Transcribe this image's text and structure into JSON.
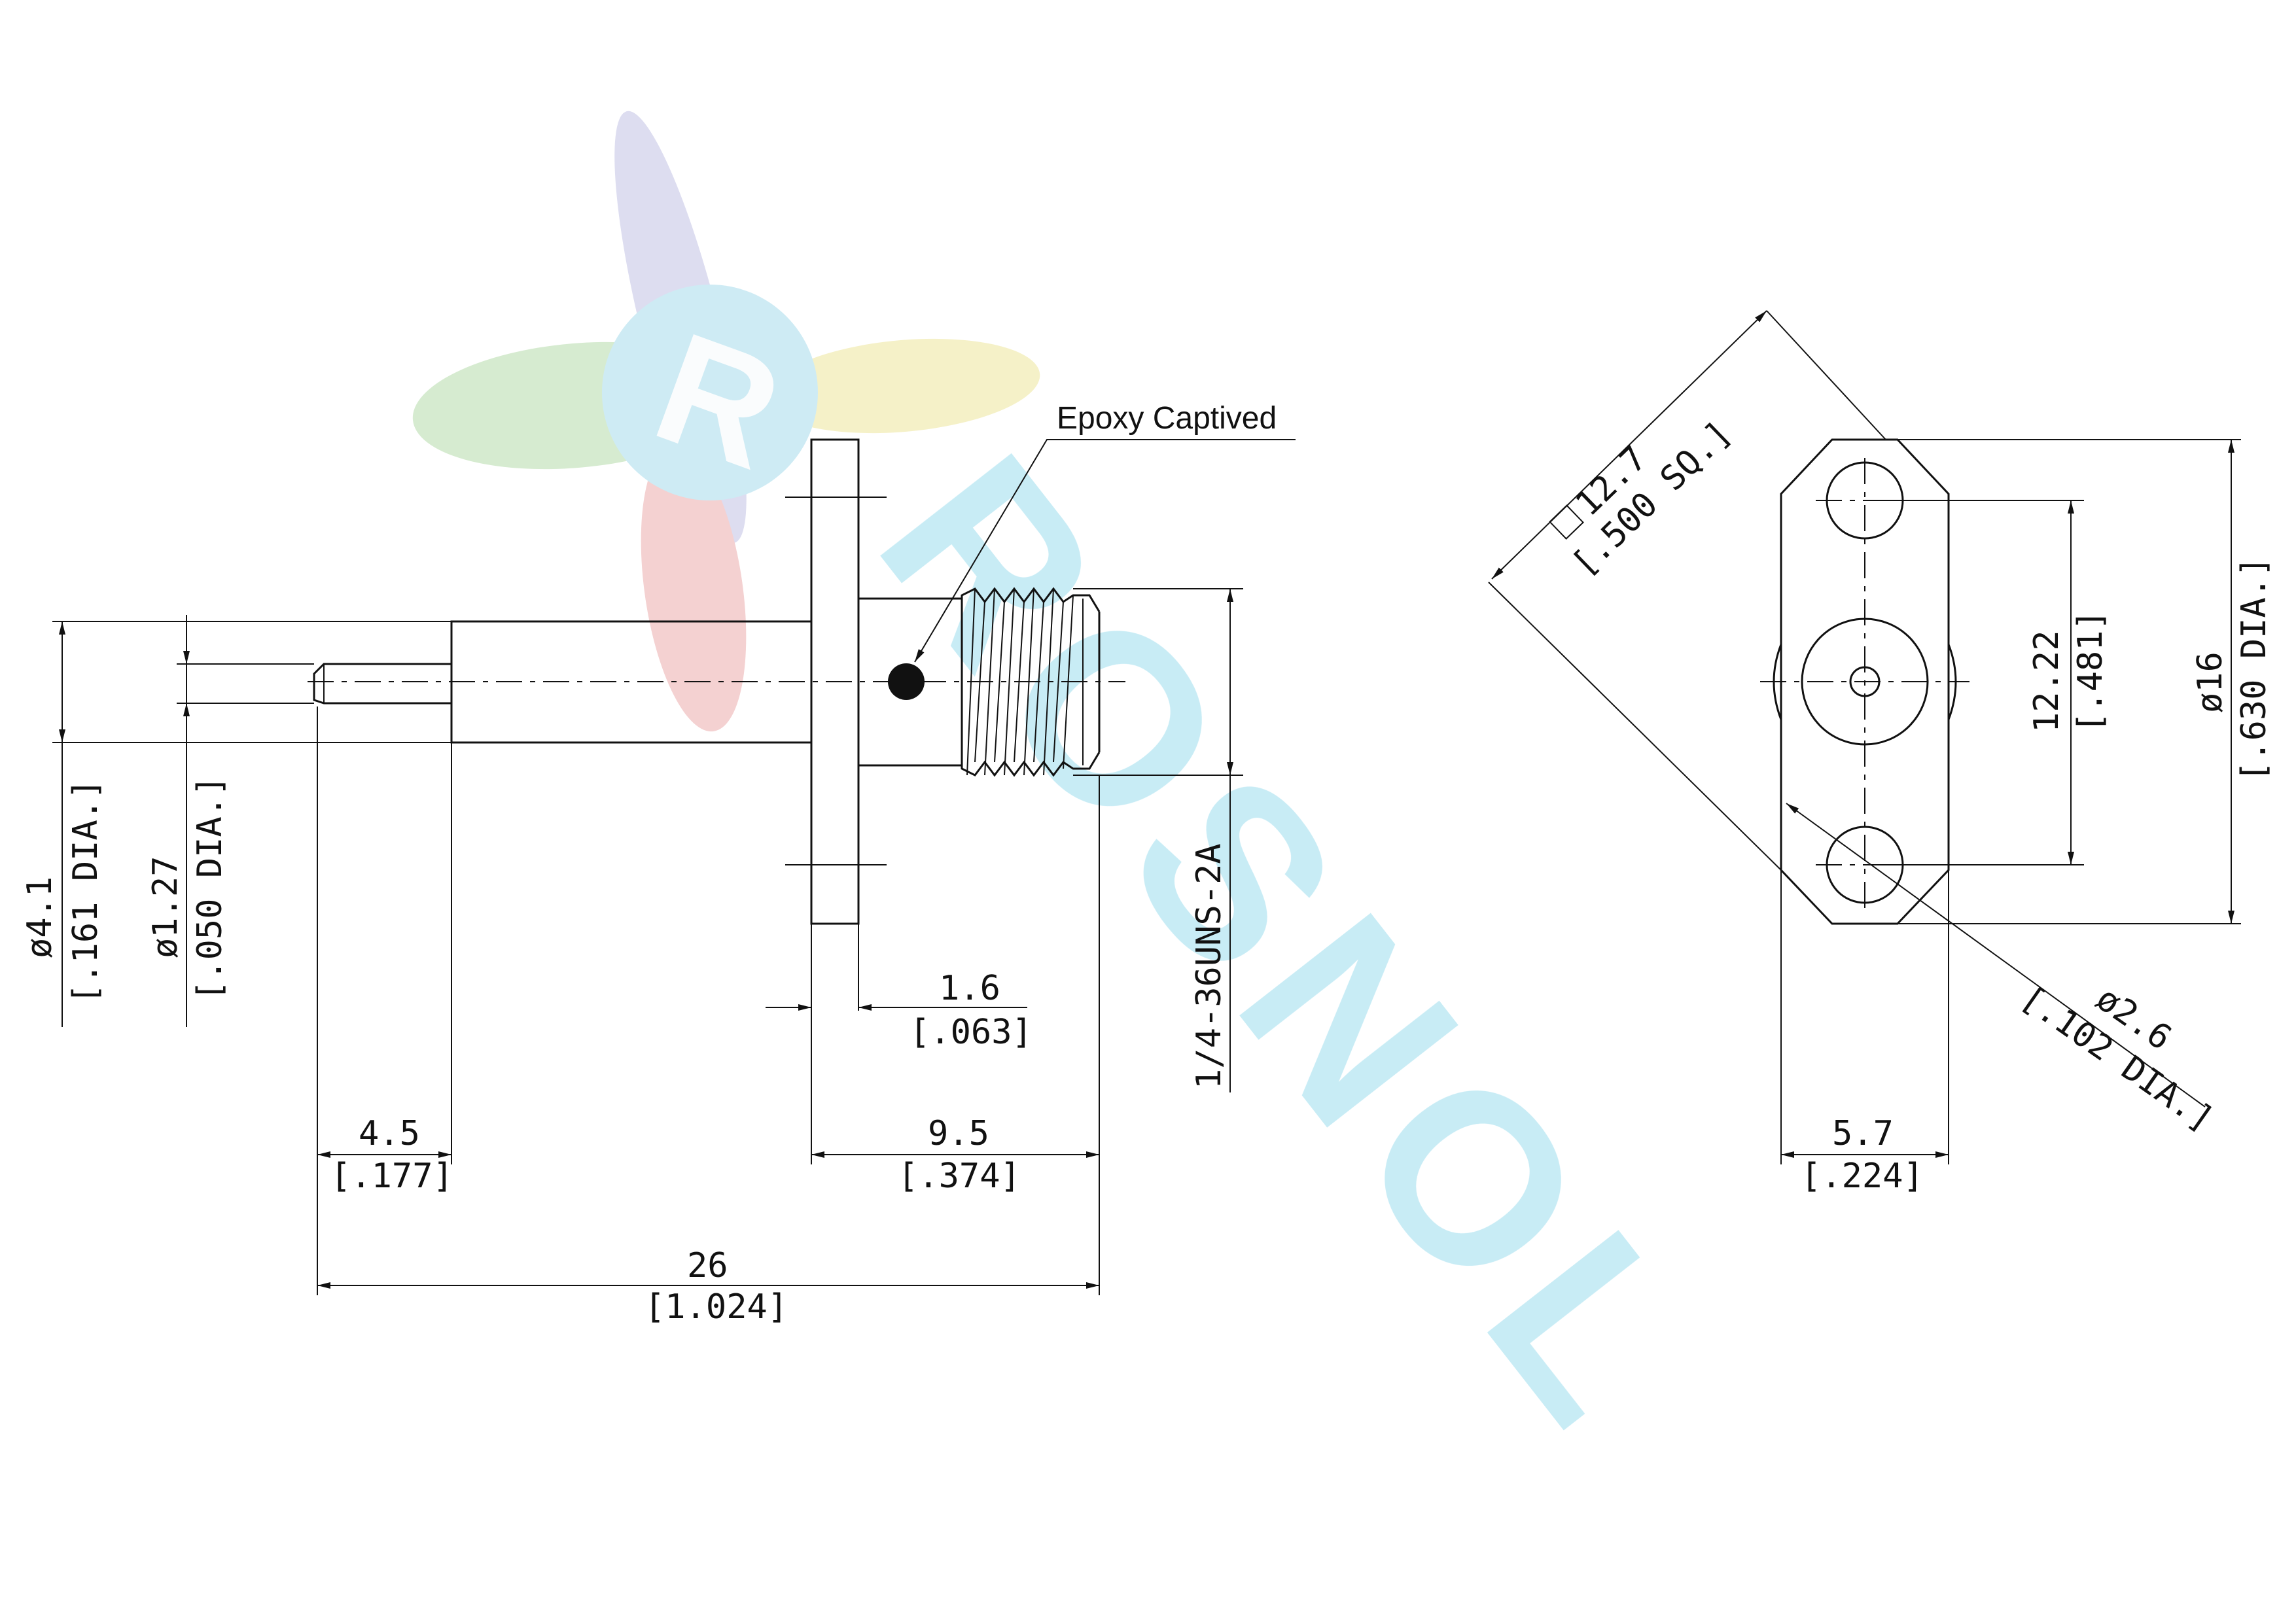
{
  "drawing": {
    "callout": "Epoxy Captived",
    "colors": {
      "ink": "#111111",
      "watermark_cyan": "#bfe9f4",
      "watermark_red": "#f2c9c9",
      "watermark_green": "#cfe8c8",
      "watermark_yellow": "#f4efbf",
      "watermark_purple": "#d7d7ee"
    },
    "watermark": {
      "logo_letter": "R",
      "wordmark": "ROSNOL"
    },
    "side_view": {
      "pin_dia_mm": "ø1.27",
      "pin_dia_in": "[.050 DIA.]",
      "body_dia_mm": "ø4.1",
      "body_dia_in": "[.161 DIA.]",
      "thread": "1/4-36UNS-2A",
      "flange_mm": "1.6",
      "flange_in": "[.063]",
      "pin_len_mm": "4.5",
      "pin_len_in": "[.177]",
      "thread_len_mm": "9.5",
      "thread_len_in": "[.374]",
      "total_mm": "26",
      "total_in": "[1.024]"
    },
    "front_view": {
      "square_mm": "12.7",
      "square_in": "[.500 SQ.]",
      "hole_spacing_mm": "12.22",
      "hole_spacing_in": "[.481]",
      "flange_dia_mm": "ø16",
      "flange_dia_in": "[.630 DIA.]",
      "hole_dia_mm": "ø2.6",
      "hole_dia_in": "[.102 DIA.]",
      "width_mm": "5.7",
      "width_in": "[.224]"
    }
  }
}
